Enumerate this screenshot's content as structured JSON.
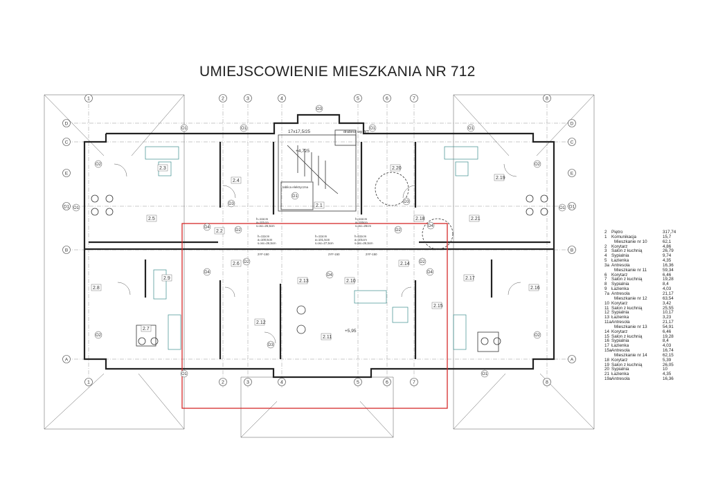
{
  "title": "UMIEJSCOWIENIE MIESZKANIA NR 712",
  "colors": {
    "highlight": "#d62828",
    "furniture": "#3a8d8d",
    "line": "#222222"
  },
  "grid_columns": [
    "1",
    "2",
    "3",
    "4",
    "5",
    "6",
    "7",
    "8"
  ],
  "grid_rows": [
    "D",
    "C",
    "E",
    "D1",
    "B",
    "A"
  ],
  "axis_labels": {
    "d1": "D1",
    "d2": "D2",
    "d3": "D3",
    "d4": "D4",
    "o1": "O1",
    "o2": "O2",
    "o3": "O3"
  },
  "rooms": [
    "2.1",
    "2.2",
    "2.3",
    "2.4",
    "2.5",
    "2.6",
    "2.7",
    "2.8",
    "2.9",
    "2.10",
    "2.11",
    "2.12",
    "2.13",
    "2.14",
    "2.15",
    "2.16",
    "2.17",
    "2.18",
    "2.19",
    "2.20",
    "2.21"
  ],
  "stair": {
    "size": "17x17,5/25",
    "level_top": "+4,725",
    "ladder": "drabina wg WT",
    "meter": "tablica elektryczna"
  },
  "level_main": "+5,95",
  "specs": {
    "a": [
      "h=111cm",
      "a=101cm",
      "s.osc=26,5cm"
    ],
    "b": [
      "h=111cm",
      "a=100cm",
      "s.osc=26cm"
    ],
    "c": [
      "h=111cm",
      "a=100,5cm",
      "s.osc=26,5cm"
    ],
    "d": [
      "h=111cm",
      "a=101,5cm",
      "s.osc=27,5cm"
    ],
    "e": [
      "h=111cm",
      "a=101cm",
      "s.osc=26,5cm"
    ]
  },
  "window_codes": [
    "2YF-150",
    "2YF-150",
    "2YF-150"
  ],
  "schedule": [
    {
      "n": "2",
      "name": "Piętro",
      "v": "317,74"
    },
    {
      "n": "1",
      "name": "Komunikacja",
      "v": "15,7"
    },
    {
      "n": "",
      "name": "Mieszkanie nr 10",
      "v": "62,1",
      "head": true
    },
    {
      "n": "2",
      "name": "Korytarz",
      "v": "4,86"
    },
    {
      "n": "3",
      "name": "Salon z kuchnią",
      "v": "26,79"
    },
    {
      "n": "4",
      "name": "Sypialnia",
      "v": "9,74"
    },
    {
      "n": "5",
      "name": "Łazienka",
      "v": "4,35"
    },
    {
      "n": "3a",
      "name": "Antresola",
      "v": "16,36"
    },
    {
      "n": "",
      "name": "Mieszkanie nr 11",
      "v": "59,34",
      "head": true
    },
    {
      "n": "6",
      "name": "Korytarz",
      "v": "6,46"
    },
    {
      "n": "7",
      "name": "Salon z kuchnią",
      "v": "19,28"
    },
    {
      "n": "8",
      "name": "Sypialnia",
      "v": "8,4"
    },
    {
      "n": "9",
      "name": "Łazienka",
      "v": "4,03"
    },
    {
      "n": "7a",
      "name": "Antresola",
      "v": "21,17"
    },
    {
      "n": "",
      "name": "Mieszkanie nr 12",
      "v": "63,54",
      "head": true
    },
    {
      "n": "10",
      "name": "Korytarz",
      "v": "3,42"
    },
    {
      "n": "11",
      "name": "Salon z kuchnią",
      "v": "25,55"
    },
    {
      "n": "12",
      "name": "Sypialnia",
      "v": "10,17"
    },
    {
      "n": "13",
      "name": "Łazienka",
      "v": "3,23"
    },
    {
      "n": "11a",
      "name": "Antresola",
      "v": "21,17"
    },
    {
      "n": "",
      "name": "Mieszkanie nr 13",
      "v": "54,91",
      "head": true
    },
    {
      "n": "14",
      "name": "Korytarz",
      "v": "6,46"
    },
    {
      "n": "15",
      "name": "Salon z kuchnią",
      "v": "19,28"
    },
    {
      "n": "16",
      "name": "Sypialnia",
      "v": "8,4"
    },
    {
      "n": "17",
      "name": "Łazienka",
      "v": "4,03"
    },
    {
      "n": "15a",
      "name": "Antresola",
      "v": "16,74"
    },
    {
      "n": "",
      "name": "Mieszkanie nr 14",
      "v": "62,15",
      "head": true
    },
    {
      "n": "18",
      "name": "Korytarz",
      "v": "5,39"
    },
    {
      "n": "19",
      "name": "Salon z kuchnią",
      "v": "26,05"
    },
    {
      "n": "20",
      "name": "Sypialnia",
      "v": "10"
    },
    {
      "n": "21",
      "name": "Łazienka",
      "v": "4,35"
    },
    {
      "n": "19a",
      "name": "Antresola",
      "v": "16,36"
    }
  ]
}
